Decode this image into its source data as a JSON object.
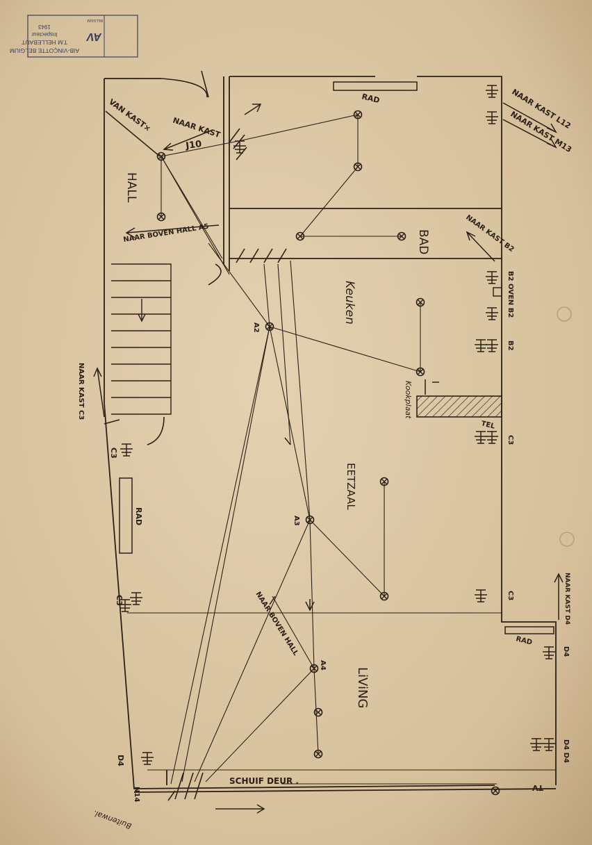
{
  "stamp": {
    "line1": "AIB-VINÇOTTE BELGIUM",
    "line2": "T.M HELLEBAUT",
    "line3": "Inspecteur",
    "line4": "1943",
    "logo": "AV",
    "brand": "BELGIUM"
  },
  "rooms": {
    "hall": "HALL",
    "bad": "BAD",
    "keuken": "Keuken",
    "eetzaal": "EETZAAL",
    "living": "LiViNG"
  },
  "annotations": {
    "van_kast": "VAN KAST×",
    "naar_kast_top": "NAAR KAST",
    "j10": "J10",
    "naar_kast_l12": "NAAR KAST L12",
    "naar_kast_m13": "NAAR KAST M13",
    "rad_top": "RAD",
    "naar_boven_hall_a5": "NAAR BOVEN HALL A5",
    "naar_kast_b": "NAAR KAST B2",
    "b2_oven": "B2 OVEN B2",
    "b2": "B2",
    "kookplaat": "Kookplaat",
    "tel": "TEL",
    "c3_right_top": "C3",
    "c3_right_bottom": "C3",
    "naar_kast_c3": "NAAR KAST C3",
    "c3_left_top": "C3",
    "c3_left_bottom": "C3",
    "rad_left": "RAD",
    "a2": "A2",
    "a3": "A3",
    "a4": "A4",
    "naar_boven_hall": "NAAR BOVEN HALL",
    "naar_kast_d4": "NAAR KAST D4",
    "rad_right": "RAD",
    "d4_right": "D4",
    "d4_d4": "D4  D4",
    "d4_left": "D4",
    "tv": "TV",
    "n14": "N14",
    "schuifdeur": "SCHUIF DEUR .",
    "buitenwal": "Buitenwal."
  },
  "colors": {
    "paper": "#d8c3a0",
    "ink": "#2b2016",
    "stamp": "#3a3f5a"
  }
}
